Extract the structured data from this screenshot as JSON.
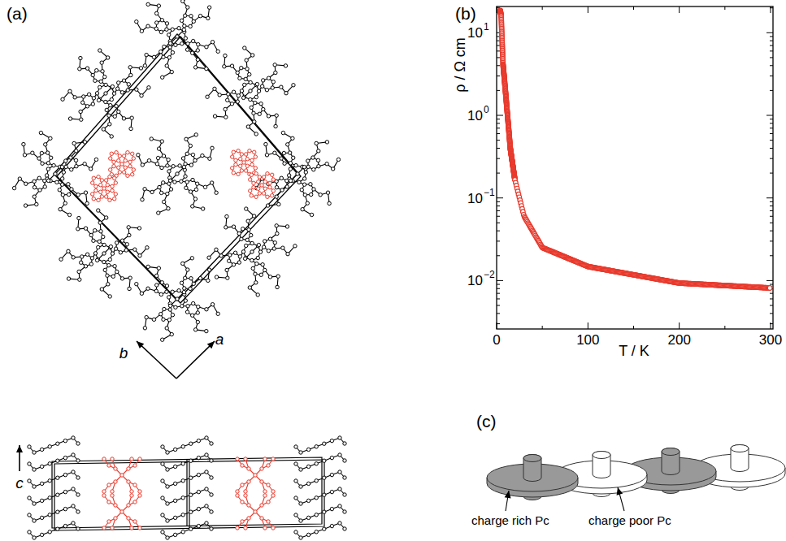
{
  "diagram": {
    "labels": [
      "(a)",
      "b",
      "a",
      "c",
      "(b)",
      "ρ / Ω cm",
      "T / K",
      "0",
      "100",
      "200",
      "300",
      "10",
      "1",
      "10",
      "0",
      "10",
      "−1",
      "10",
      "−2",
      "(c)",
      "charge rich Pc",
      "charge poor Pc"
    ]
  }
}
